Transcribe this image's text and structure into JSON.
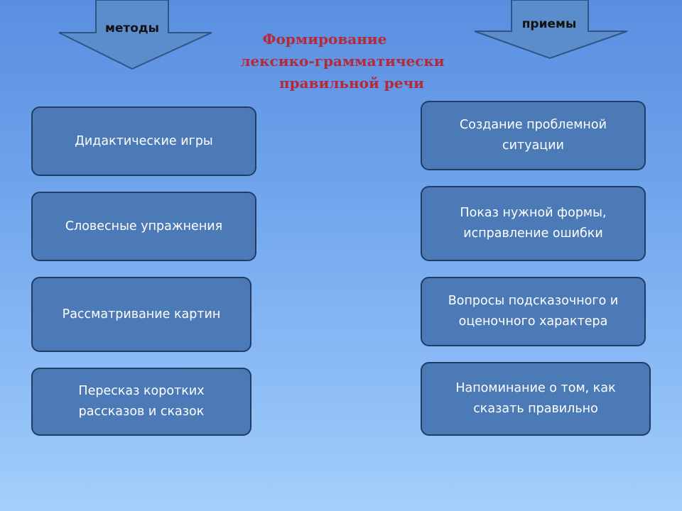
{
  "title": {
    "line1": "Формирование",
    "line2": "лексико-грамматически",
    "line3": "правильной речи"
  },
  "left_arrow": {
    "label": "методы"
  },
  "right_arrow": {
    "label": "приемы"
  },
  "methods": [
    {
      "lines": [
        "Дидактические игры"
      ]
    },
    {
      "lines": [
        "Словесные упражнения"
      ]
    },
    {
      "lines": [
        "Рассматривание картин"
      ]
    },
    {
      "lines": [
        "Пересказ коротких",
        "рассказов и сказок"
      ]
    }
  ],
  "techniques": [
    {
      "lines": [
        "Создание проблемной",
        "ситуации"
      ]
    },
    {
      "lines": [
        "Показ нужной формы,",
        "исправление ошибки"
      ]
    },
    {
      "lines": [
        "Вопросы подсказочного и",
        "оценочного характера"
      ]
    },
    {
      "lines": [
        "Напоминание о том, как",
        "сказать правильно"
      ]
    }
  ],
  "colors": {
    "box_fill": "#4c7ab7",
    "box_border": "#1f3d66",
    "title_text": "#b52a3a",
    "arrow_fill": "#5b8ccc",
    "background_top": "#5a8ee0",
    "background_bottom": "#a3cffa"
  }
}
